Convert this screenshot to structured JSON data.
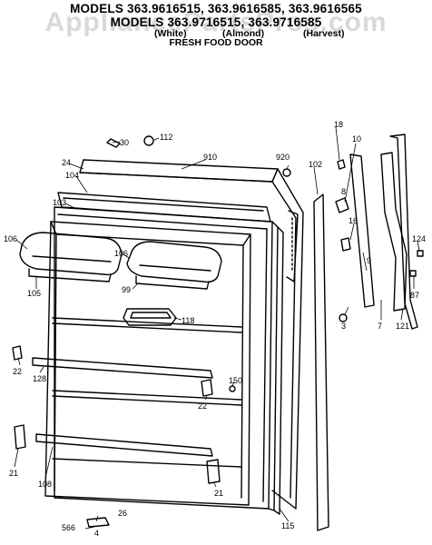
{
  "title": {
    "line1": "MODELS 363.9616515, 363.9616585, 363.9616565",
    "line2": "MODELS 363.9716515, 363.9716585",
    "col_white": "(White)",
    "col_almond": "(Almond)",
    "col_harvest": "(Harvest)",
    "subtitle": "FRESH FOOD DOOR"
  },
  "watermark": "AppliancePartsPros.com",
  "parts": [
    {
      "id": "p30",
      "label": "30"
    },
    {
      "id": "p112",
      "label": "112"
    },
    {
      "id": "p910",
      "label": "910"
    },
    {
      "id": "p920",
      "label": "920"
    },
    {
      "id": "p18",
      "label": "18"
    },
    {
      "id": "p10",
      "label": "10"
    },
    {
      "id": "p24",
      "label": "24"
    },
    {
      "id": "p104",
      "label": "104"
    },
    {
      "id": "p103",
      "label": "103"
    },
    {
      "id": "p102",
      "label": "102"
    },
    {
      "id": "p8",
      "label": "8"
    },
    {
      "id": "p16",
      "label": "16"
    },
    {
      "id": "p106a",
      "label": "106"
    },
    {
      "id": "p106b",
      "label": "106"
    },
    {
      "id": "p9",
      "label": "9"
    },
    {
      "id": "p124",
      "label": "124"
    },
    {
      "id": "p105",
      "label": "105"
    },
    {
      "id": "p99",
      "label": "99"
    },
    {
      "id": "p7",
      "label": "7"
    },
    {
      "id": "p121",
      "label": "121"
    },
    {
      "id": "p87",
      "label": "87"
    },
    {
      "id": "p118",
      "label": "118"
    },
    {
      "id": "p3",
      "label": "3"
    },
    {
      "id": "p22a",
      "label": "22"
    },
    {
      "id": "p128",
      "label": "128"
    },
    {
      "id": "p150",
      "label": "150"
    },
    {
      "id": "p22b",
      "label": "22"
    },
    {
      "id": "p21a",
      "label": "21"
    },
    {
      "id": "p108",
      "label": "108"
    },
    {
      "id": "p21b",
      "label": "21"
    },
    {
      "id": "p115",
      "label": "115"
    },
    {
      "id": "p26",
      "label": "26"
    },
    {
      "id": "p566",
      "label": "566"
    },
    {
      "id": "p4",
      "label": "4"
    }
  ]
}
